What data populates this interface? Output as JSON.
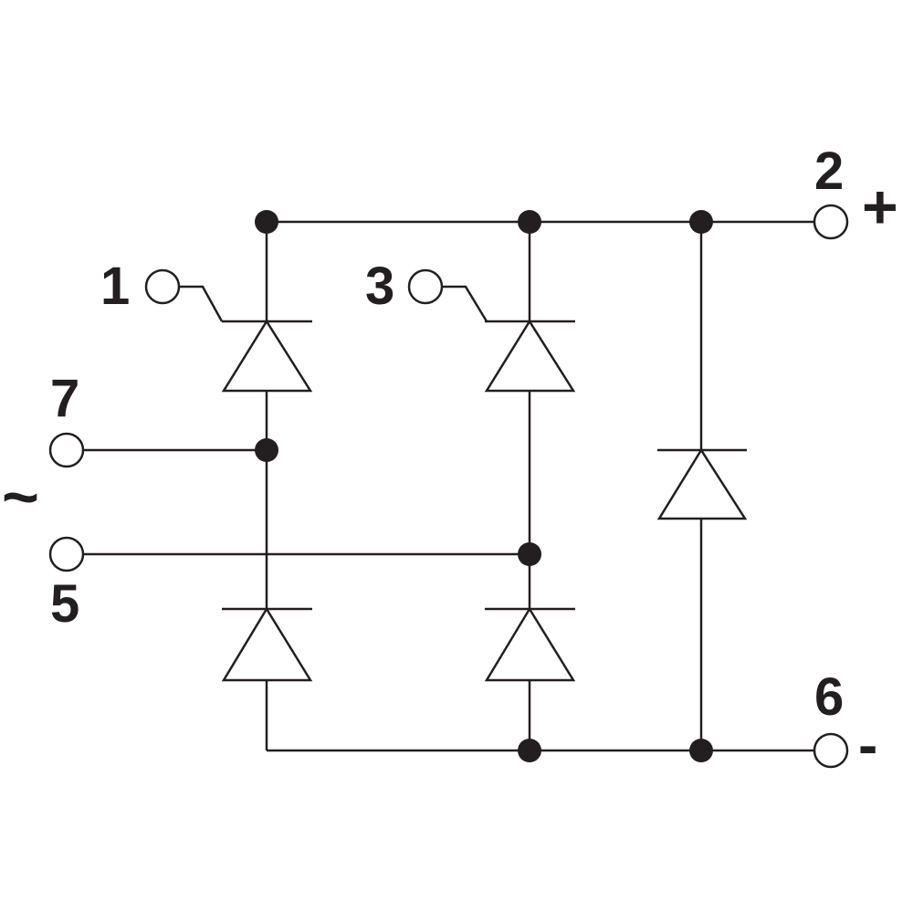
{
  "diagram": {
    "pins": {
      "p1": "1",
      "p2": "2",
      "p3": "3",
      "p5": "5",
      "p6": "6",
      "p7": "7"
    },
    "signs": {
      "plus": "+",
      "minus": "-",
      "ac": "~"
    },
    "colors": {
      "ink": "#231f20",
      "background": "#ffffff"
    }
  }
}
